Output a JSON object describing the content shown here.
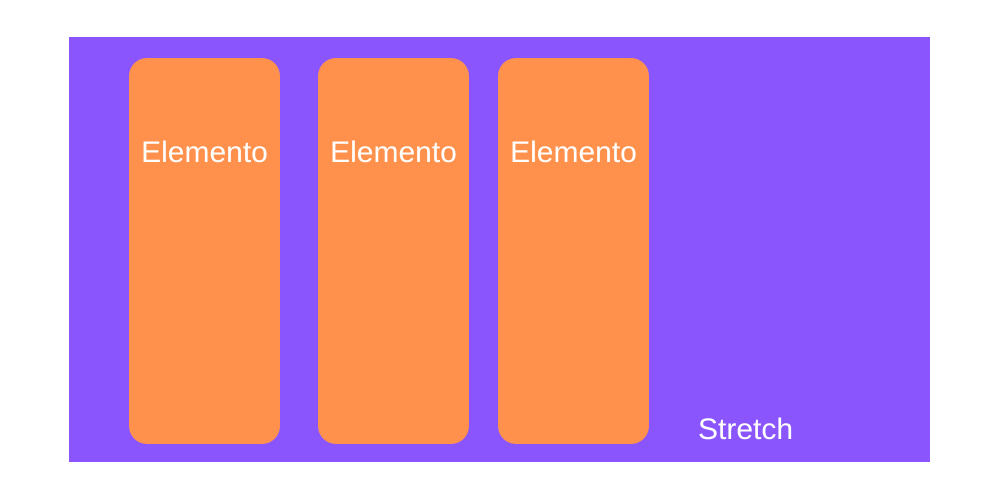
{
  "colors": {
    "container": "#8b55fd",
    "item": "#ff914c",
    "text": "#ffffff"
  },
  "items": [
    {
      "label": "Elemento"
    },
    {
      "label": "Elemento"
    },
    {
      "label": "Elemento"
    }
  ],
  "caption": "Stretch"
}
